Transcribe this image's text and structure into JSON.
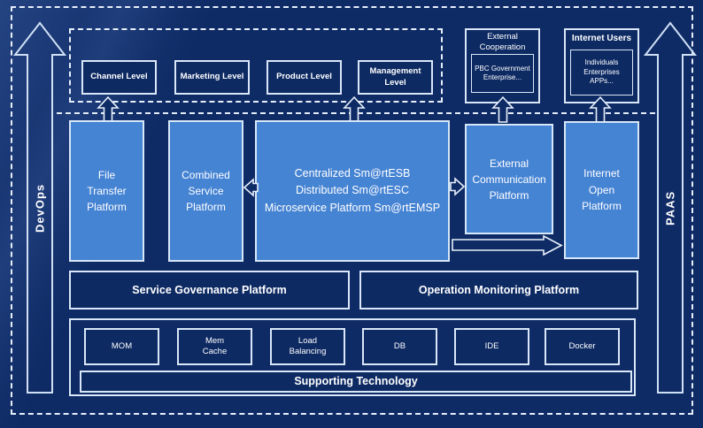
{
  "colors": {
    "background": "#0f2b66",
    "panel_fill": "#0d2a63",
    "accent_blue": "#4583d3",
    "border_light": "#d9e7f8",
    "text": "#ffffff"
  },
  "side_rails": {
    "left_label": "DevOps",
    "right_label": "PAAS"
  },
  "levels": {
    "items": [
      {
        "label": "Channel Level"
      },
      {
        "label": "Marketing Level"
      },
      {
        "label": "Product Level"
      },
      {
        "label": "Management Level"
      }
    ]
  },
  "external_cooperation": {
    "title": "External\nCooperation",
    "content": "PBC Government\nEnterprise..."
  },
  "internet_users": {
    "title": "Internet Users",
    "content": "Individuals\nEnterprises\nAPPs..."
  },
  "platforms": {
    "file_transfer": "File\nTransfer\nPlatform",
    "combined_service": "Combined\nService\nPlatform",
    "central": "Centralized Sm@rtESB\nDistributed Sm@rtESC\nMicroservice Platform Sm@rtEMSP",
    "external_communication": "External\nCommunication\nPlatform",
    "internet_open": "Internet\nOpen\nPlatform"
  },
  "governance": {
    "service_governance": "Service Governance Platform",
    "operation_monitoring": "Operation Monitoring Platform"
  },
  "supporting": {
    "title": "Supporting Technology",
    "items": [
      {
        "label": "MOM"
      },
      {
        "label": "Mem\nCache"
      },
      {
        "label": "Load\nBalancing"
      },
      {
        "label": "DB"
      },
      {
        "label": "IDE"
      },
      {
        "label": "Docker"
      }
    ]
  }
}
